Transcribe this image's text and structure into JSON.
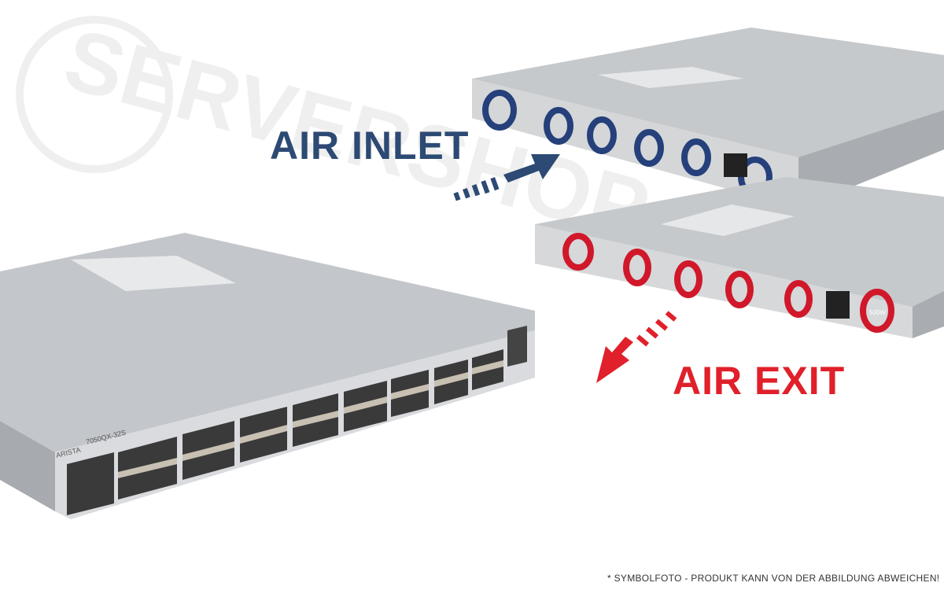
{
  "labels": {
    "air_inlet": "AIR INLET",
    "air_exit": "AIR EXIT"
  },
  "front_panel": {
    "brand": "ARISTA",
    "model": "7050QX-32S"
  },
  "psu_rating": "500W",
  "disclaimer": "* SYMBOLFOTO - PRODUKT KANN VON DER ABBILDUNG ABWEICHEN!",
  "colors": {
    "inlet": "#2c4a73",
    "exit": "#e0202a",
    "chassis": "#b9bcc0"
  }
}
